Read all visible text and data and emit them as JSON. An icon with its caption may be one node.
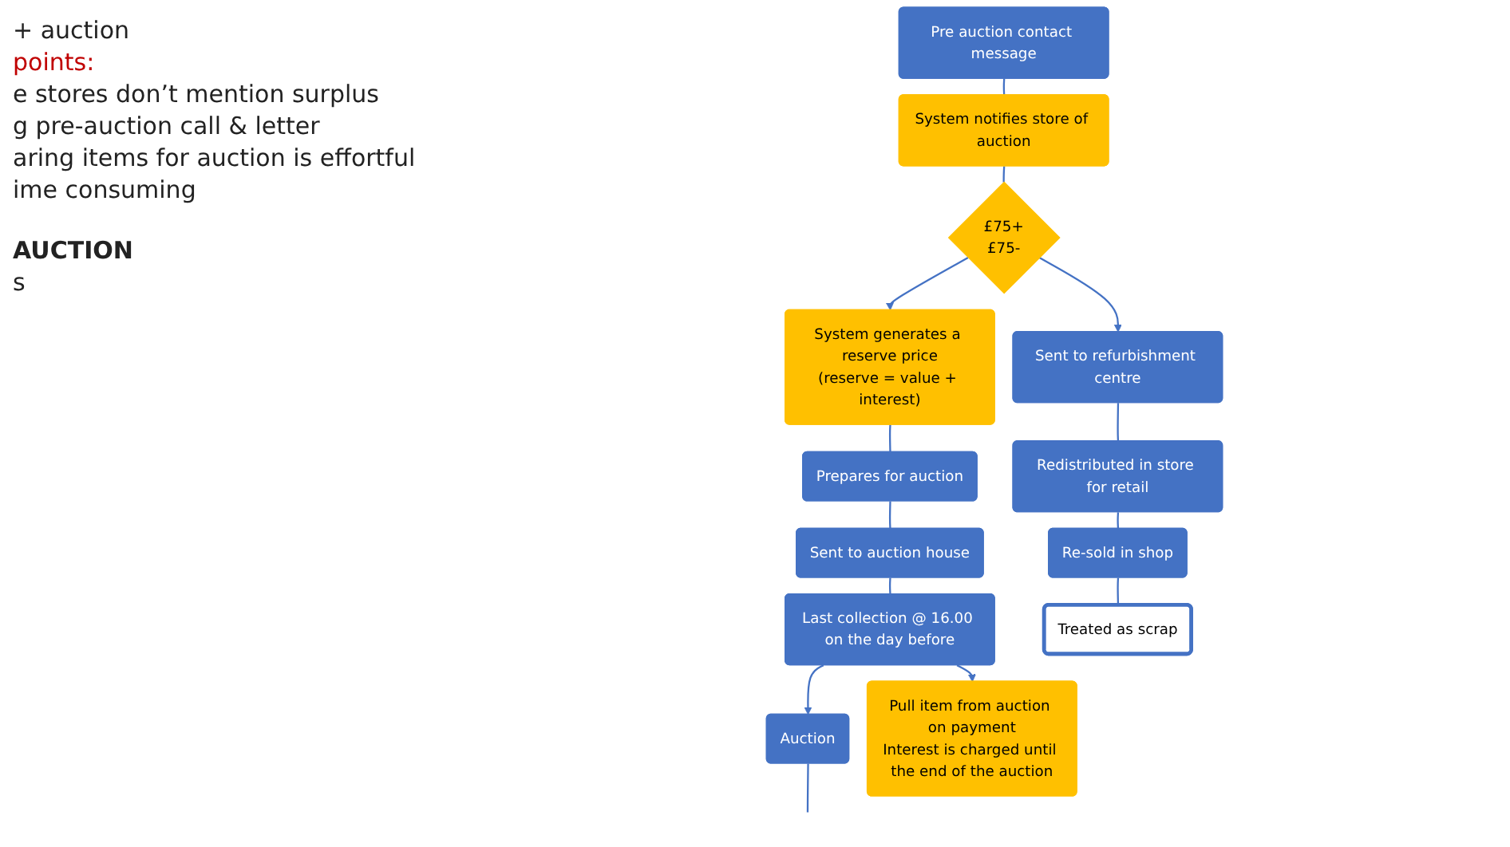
{
  "diagram": {
    "nodes": [
      {
        "text": [
          "Pre auction contact message"
        ]
      },
      {
        "text": [
          "System notifies store of auction"
        ]
      },
      {
        "text": [
          "£75+",
          "£75-"
        ]
      },
      {
        "text": [
          "System generates a reserve price",
          "(reserve = value + interest)"
        ]
      },
      {
        "text": [
          "Prepares for auction"
        ]
      },
      {
        "text": [
          "Sent to auction house"
        ]
      },
      {
        "text": [
          "Last collection @ 16.00 on the day before"
        ]
      },
      {
        "text": [
          "Auction"
        ]
      },
      {
        "text": [
          "Pull item from auction on payment",
          "Interest is charged until the end of the auction"
        ]
      },
      {
        "text": [
          "Sent to refurbishment centre"
        ]
      },
      {
        "text": [
          "Redistributed in store for retail"
        ]
      },
      {
        "text": [
          "Re-sold in shop"
        ]
      },
      {
        "text": [
          "Treated as scrap"
        ]
      }
    ],
    "edges": [
      {
        "from": 0,
        "to": 1,
        "arrow": "none"
      },
      {
        "from": 1,
        "to": 2,
        "arrow": "none"
      },
      {
        "from": 2,
        "to": 3,
        "arrow": "to"
      },
      {
        "from": 2,
        "to": 9,
        "arrow": "to"
      },
      {
        "from": 3,
        "to": 4,
        "arrow": "none"
      },
      {
        "from": 4,
        "to": 5,
        "arrow": "none"
      },
      {
        "from": 5,
        "to": 6,
        "arrow": "none"
      },
      {
        "from": 6,
        "to": 7,
        "arrow": "to"
      },
      {
        "from": 6,
        "to": 8,
        "arrow": "to"
      },
      {
        "from": 7,
        "to": null,
        "arrow": "none"
      },
      {
        "from": 9,
        "to": 10,
        "arrow": "none"
      },
      {
        "from": 10,
        "to": 11,
        "arrow": "none"
      },
      {
        "from": 11,
        "to": 12,
        "arrow": "none"
      }
    ],
    "labels": [
      "+ auction",
      "points:",
      "e stores don’t mention surplus",
      "g pre-auction call & letter",
      "aring items for auction is effortful",
      "ime consuming",
      "AUCTION",
      "s"
    ]
  }
}
